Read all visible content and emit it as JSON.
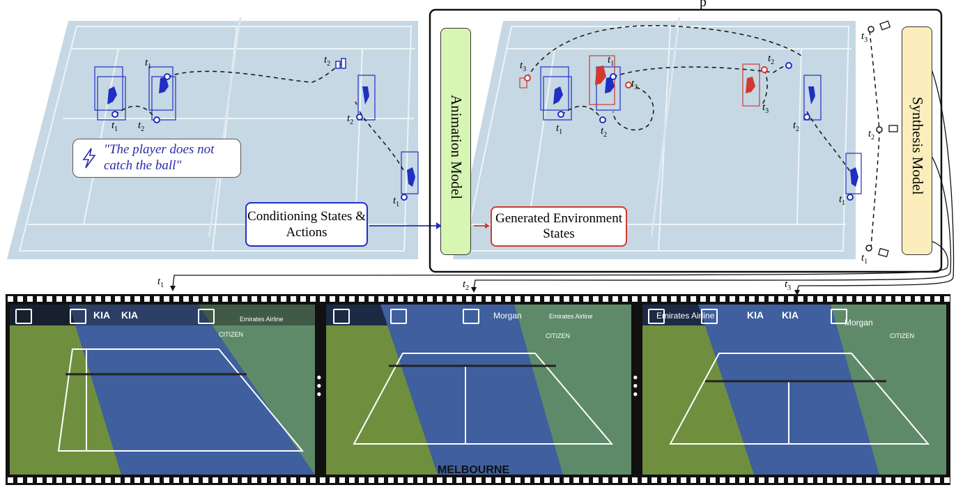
{
  "title_partial": "p",
  "left_panel": {
    "quote": "\"The player does not catch the ball\"",
    "conditioning_label": "Conditioning States & Actions"
  },
  "right_panel": {
    "animation_model_label": "Animation Model",
    "generated_label": "Generated Environment States",
    "synthesis_model_label": "Synthesis Model"
  },
  "time_labels": [
    "t",
    "1",
    "2",
    "3"
  ],
  "colors": {
    "court": "#c5d8e4",
    "court_lines": "#eef4f8",
    "conditioning": "#1f2fc4",
    "generated": "#d23a2e",
    "animation_box": "#d7f5b3",
    "synthesis_box": "#fbeebc",
    "grass": "#6f8f3e",
    "hardcourt_blue": "#3f5f9e",
    "hardcourt_green": "#5f8a6a"
  },
  "icons": [
    "lightning-icon",
    "camera-icon",
    "broadcast-camera-icon"
  ],
  "frame_text": {
    "kia": "KIA",
    "emirates": "Emirates Airline",
    "citizen": "CITIZEN",
    "morgan": "Morgan",
    "melbourne": "MELBOURNE"
  }
}
